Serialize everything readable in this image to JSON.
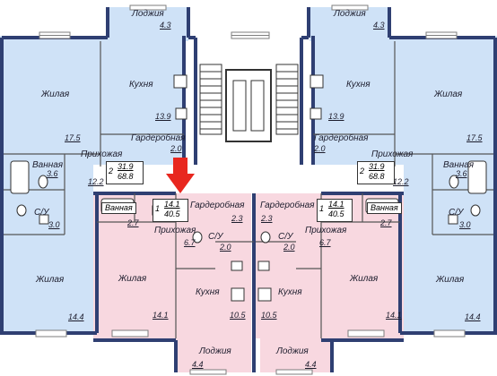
{
  "colors": {
    "blue_apartment": "#cfe2f7",
    "pink_apartment": "#f8d8e0",
    "wall": "#2f3f72",
    "arrow": "#e8271f",
    "window": "#7d7d7d"
  },
  "icons": [
    "stairs-icon",
    "elevator-icon",
    "bathtub-icon",
    "toilet-icon",
    "sink-icon",
    "stove-icon",
    "arrow-down-icon"
  ],
  "apt_left_blue": {
    "loggia": {
      "label": "Лоджия",
      "area": "4.3"
    },
    "living1": {
      "label": "Жилая",
      "area": "17.5"
    },
    "kitchen": {
      "label": "Кухня",
      "area": "13.9"
    },
    "wardrobe": {
      "label": "Гардеробная",
      "area": "2.0"
    },
    "hall": {
      "label": "Прихожая",
      "area": "12.2"
    },
    "bath": {
      "label": "Ванная",
      "area": "3.6"
    },
    "wc": {
      "label": "С/У",
      "area": "3.0"
    },
    "living2": {
      "label": "Жилая",
      "area": "14.4"
    },
    "rooms": "2",
    "living_area": "31.9",
    "total_area": "68.8"
  },
  "apt_right_blue": {
    "loggia": {
      "label": "Лоджия",
      "area": "4.3"
    },
    "living1": {
      "label": "Жилая",
      "area": "17.5"
    },
    "kitchen": {
      "label": "Кухня",
      "area": "13.9"
    },
    "wardrobe": {
      "label": "Гардеробная",
      "area": "2.0"
    },
    "hall": {
      "label": "Прихожая",
      "area": "12.2"
    },
    "bath": {
      "label": "Ванная",
      "area": "3.6"
    },
    "wc": {
      "label": "С/У",
      "area": "3.0"
    },
    "living2": {
      "label": "Жилая",
      "area": "14.4"
    },
    "rooms": "2",
    "living_area": "31.9",
    "total_area": "68.8"
  },
  "apt_left_pink": {
    "bath": {
      "label": "Ванная",
      "area": "2.7"
    },
    "wardrobe": {
      "label": "Гардеробная",
      "area": "2.3"
    },
    "hall": {
      "label": "Прихожая",
      "area": "6.7"
    },
    "wc": {
      "label": "С/У",
      "area": "2.0"
    },
    "living": {
      "label": "Жилая",
      "area": "14.1"
    },
    "kitchen": {
      "label": "Кухня",
      "area": "10.5"
    },
    "loggia": {
      "label": "Лоджия",
      "area": "4.4"
    },
    "rooms": "1",
    "living_area": "14.1",
    "total_area": "40.5"
  },
  "apt_right_pink": {
    "bath": {
      "label": "Ванная",
      "area": "2.7"
    },
    "wardrobe": {
      "label": "Гардеробная",
      "area": "2.3"
    },
    "hall": {
      "label": "Прихожая",
      "area": "6.7"
    },
    "wc": {
      "label": "С/У",
      "area": "2.0"
    },
    "living": {
      "label": "Жилая",
      "area": "14.1"
    },
    "kitchen": {
      "label": "Кухня",
      "area": "10.5"
    },
    "loggia": {
      "label": "Лоджия",
      "area": "4.4"
    },
    "rooms": "1",
    "living_area": "14.1",
    "total_area": "40.5"
  }
}
